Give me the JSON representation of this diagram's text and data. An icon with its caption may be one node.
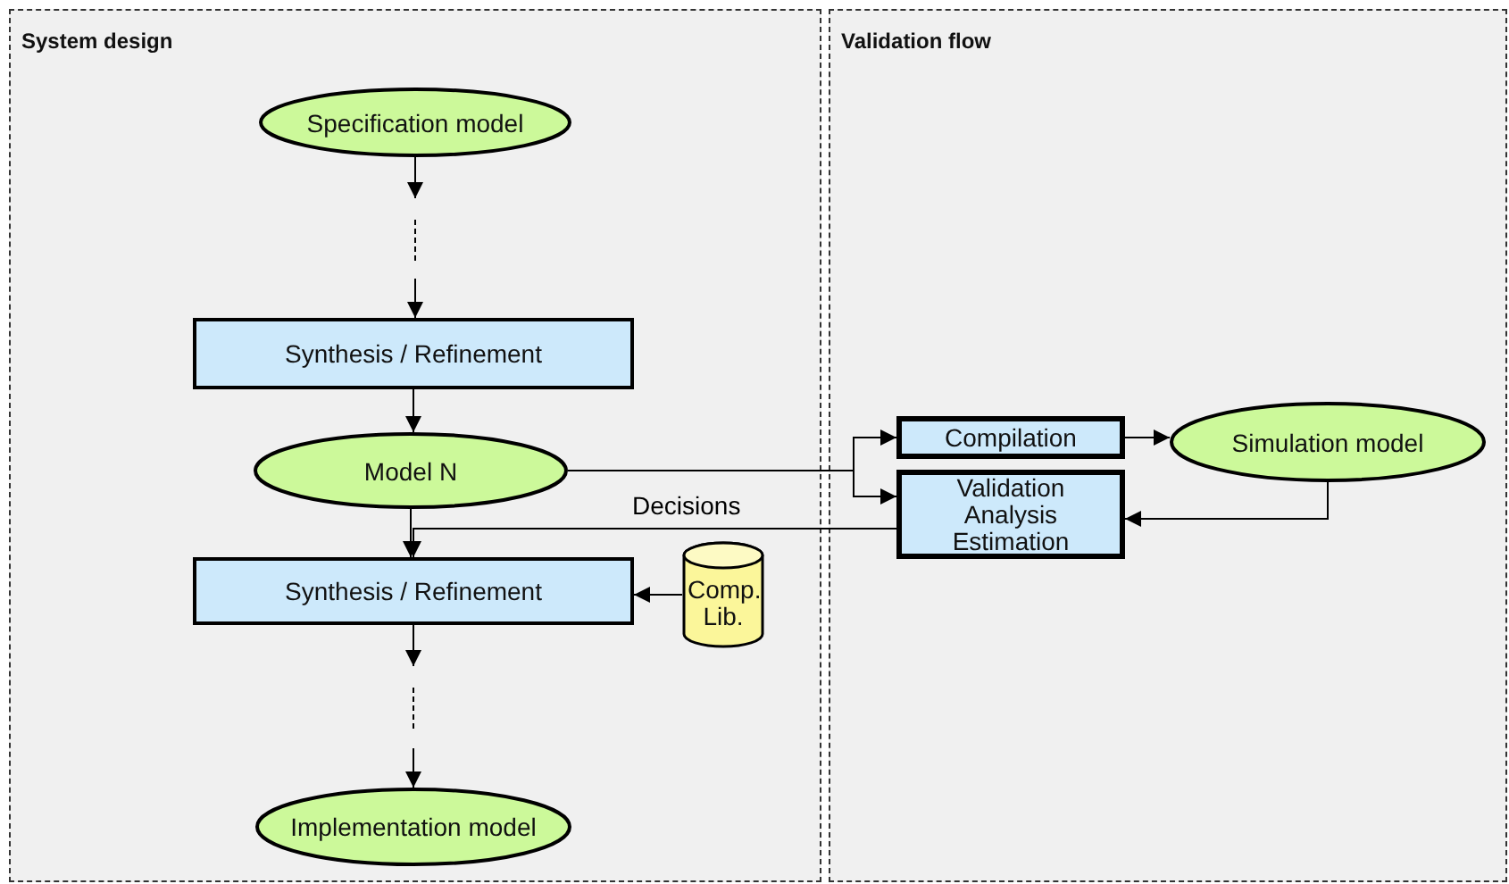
{
  "diagram": {
    "nodes": [
      {
        "text": [
          "System design"
        ]
      },
      {
        "text": [
          "Validation flow"
        ]
      },
      {
        "text": [
          "Specification model"
        ],
        "in": 0
      },
      {
        "text": [
          "Synthesis / Refinement"
        ],
        "in": 0
      },
      {
        "text": [
          "Model N"
        ],
        "in": 0
      },
      {
        "text": [
          "Synthesis / Refinement"
        ],
        "in": 0
      },
      {
        "text": [
          "Comp. Lib."
        ],
        "in": 0
      },
      {
        "text": [
          "Implementation model"
        ],
        "in": 0
      },
      {
        "text": [
          "Compilation"
        ],
        "in": 1
      },
      {
        "text": [
          "Simulation model"
        ],
        "in": 1
      },
      {
        "text": [
          "Validation Analysis Estimation"
        ],
        "in": 1
      }
    ],
    "edges": [
      {
        "from": 2,
        "to": 3,
        "arrow": "to",
        "style": "dashed"
      },
      {
        "from": 3,
        "to": 4,
        "arrow": "to"
      },
      {
        "from": 4,
        "to": 8,
        "arrow": "to"
      },
      {
        "from": 4,
        "to": 10,
        "arrow": "to"
      },
      {
        "from": 8,
        "to": 9,
        "arrow": "to"
      },
      {
        "from": 9,
        "to": 10,
        "arrow": "to"
      },
      {
        "from": 10,
        "to": 5,
        "arrow": "to",
        "label": "Decisions"
      },
      {
        "from": 4,
        "to": 5,
        "arrow": "to"
      },
      {
        "from": 6,
        "to": 5,
        "arrow": "to"
      },
      {
        "from": 5,
        "to": 7,
        "arrow": "to",
        "style": "dashed"
      }
    ]
  }
}
